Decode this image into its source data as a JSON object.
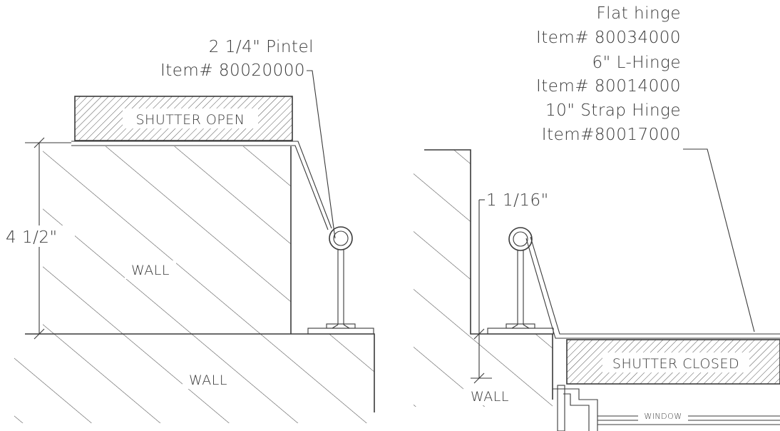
{
  "left_view": {
    "pintel_label": "2 1/4\" Pintel",
    "pintel_item": "Item# 80020000",
    "shutter_label": "SHUTTER OPEN",
    "dimension_label": "4 1/2\"",
    "wall_upper_label": "WALL",
    "wall_lower_label": "WALL"
  },
  "right_view": {
    "hinge_lines": [
      "Flat hinge",
      "Item# 80034000",
      "6\" L-Hinge",
      "Item# 80014000",
      "10\" Strap Hinge",
      "Item#80017000"
    ],
    "dimension_label": "1 1/16\"",
    "shutter_label": "SHUTTER CLOSED",
    "wall_label": "WALL",
    "window_label": "WINDOW"
  }
}
